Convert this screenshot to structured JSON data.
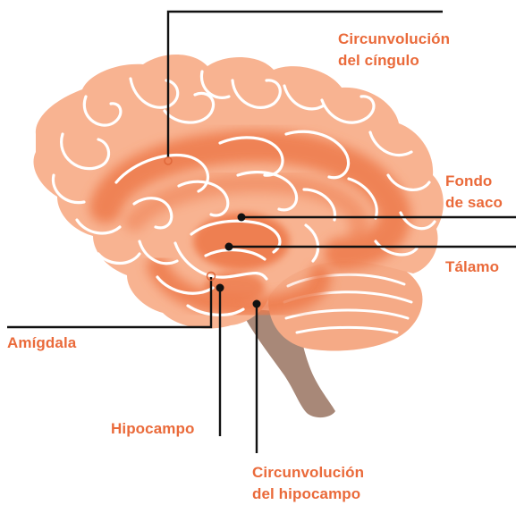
{
  "labels": {
    "cingulate_gyrus": {
      "line1": "Circunvolución",
      "line2": "del cíngulo"
    },
    "fornix": {
      "line1": "Fondo",
      "line2": "de saco"
    },
    "thalamus": "Tálamo",
    "amygdala": "Amígdala",
    "hippocampus": "Hipocampo",
    "parahippocampal_gyrus": {
      "line1": "Circunvolución",
      "line2": "del hipocampo"
    }
  },
  "colors": {
    "label_text": "#ea6a3a",
    "cortex": "#f8b391",
    "cortex_lines": "#ffffff",
    "limbic_highlight": "#ee7a4c",
    "cerebellum": "#f5aa86",
    "brainstem": "#a88878",
    "leader_lines": "#111111"
  }
}
